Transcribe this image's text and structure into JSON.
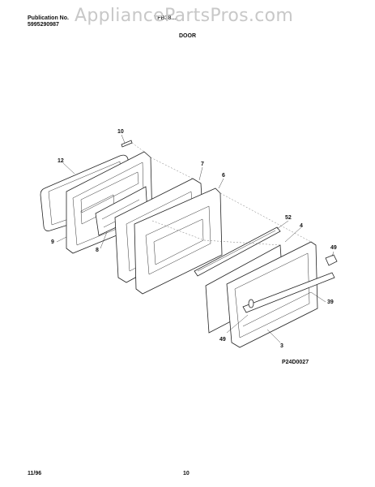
{
  "header": {
    "publication_label": "Publication No.",
    "publication_number": "5995290987",
    "model_partial": "TFB38..."
  },
  "watermark": "AppliancePartsPros.com",
  "title": "DOOR",
  "callouts": {
    "c10": "10",
    "c12": "12",
    "c7": "7",
    "c6a": "6",
    "c9": "9",
    "c8": "8",
    "c52": "52",
    "c4": "4",
    "c49a": "49",
    "c39": "39",
    "c49b": "49",
    "c3": "3"
  },
  "diagram_code": "P24D0027",
  "footer": {
    "date": "11/96",
    "page": "10"
  }
}
